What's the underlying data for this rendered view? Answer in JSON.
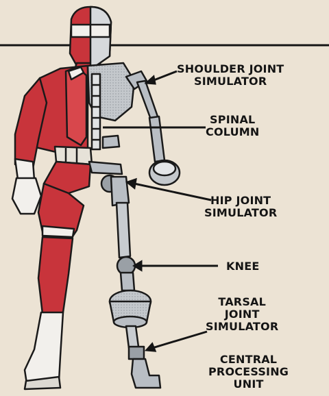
{
  "colors": {
    "background": "#ece3d4",
    "suit_red": "#c8343b",
    "suit_white": "#f2f0ec",
    "skeleton_gray": "#b9bec4",
    "line_ink": "#151515"
  },
  "labels": {
    "shoulder": [
      "SHOULDER JOINT",
      "SIMULATOR"
    ],
    "spinal": [
      "SPINAL",
      "COLUMN"
    ],
    "hip": [
      "HIP JOINT",
      "SIMULATOR"
    ],
    "knee": [
      "KNEE"
    ],
    "tarsal": [
      "TARSAL",
      "JOINT",
      "SIMULATOR"
    ],
    "cpu": [
      "CENTRAL",
      "PROCESSING",
      "UNIT"
    ]
  }
}
